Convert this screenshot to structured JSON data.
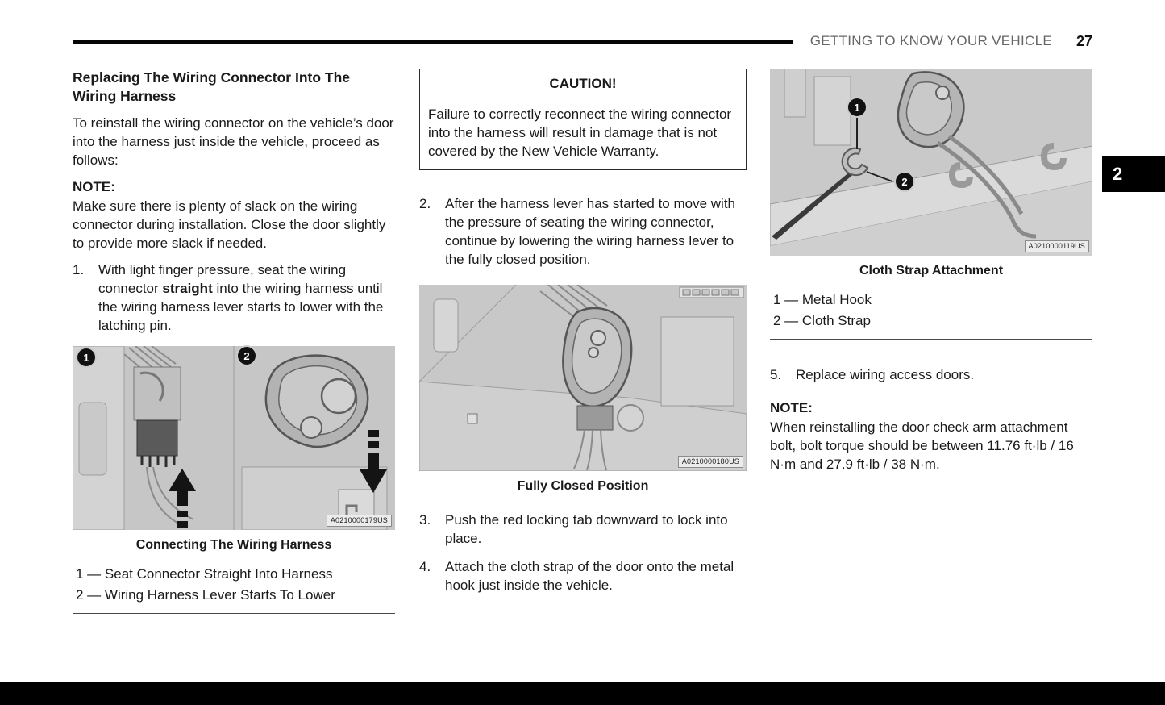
{
  "header": {
    "section_title": "GETTING TO KNOW YOUR VEHICLE",
    "page_number": "27",
    "chapter_tab": "2"
  },
  "col1": {
    "heading": "Replacing The Wiring Connector Into The Wiring Harness",
    "intro": "To reinstall the wiring connector on the vehicle’s door into the harness just inside the vehicle, proceed as follows:",
    "note_label": "NOTE:",
    "note_text": "Make sure there is plenty of slack on the wiring connector during installation. Close the door slightly to provide more slack if needed.",
    "step1": {
      "num": "1.",
      "pre": "With light finger pressure, seat the wiring connector ",
      "bold": "straight",
      "post": " into the wiring harness until the wiring harness lever starts to lower with the latching pin."
    },
    "figure1": {
      "code": "A0210000179US",
      "caption": "Connecting The Wiring Harness",
      "callouts": [
        "1",
        "2"
      ],
      "legend": [
        "1 — Seat Connector Straight Into Harness",
        "2 — Wiring Harness Lever Starts To Lower"
      ]
    }
  },
  "col2": {
    "caution": {
      "title": "CAUTION!",
      "text": "Failure to correctly reconnect the wiring connector into the harness will result in damage that is not covered by the New Vehicle Warranty."
    },
    "step2": {
      "num": "2.",
      "text": "After the harness lever has started to move with the pressure of seating the wiring connector, continue by lowering the wiring harness lever to the fully closed position."
    },
    "figure2": {
      "code": "A0210000180US",
      "caption": "Fully Closed Position"
    },
    "step3": {
      "num": "3.",
      "text": "Push the red locking tab downward to lock into place."
    },
    "step4": {
      "num": "4.",
      "text": "Attach the cloth strap of the door onto the metal hook just inside the vehicle."
    }
  },
  "col3": {
    "figure3": {
      "code": "A0210000119US",
      "caption": "Cloth Strap Attachment",
      "callouts": [
        "1",
        "2"
      ],
      "legend": [
        "1 — Metal Hook",
        "2 — Cloth Strap"
      ]
    },
    "step5": {
      "num": "5.",
      "text": "Replace wiring access doors."
    },
    "note_label": "NOTE:",
    "note_text": "When reinstalling the door check arm attachment bolt, bolt torque should be between 11.76 ft·lb / 16 N·m and 27.9 ft·lb / 38 N·m."
  }
}
